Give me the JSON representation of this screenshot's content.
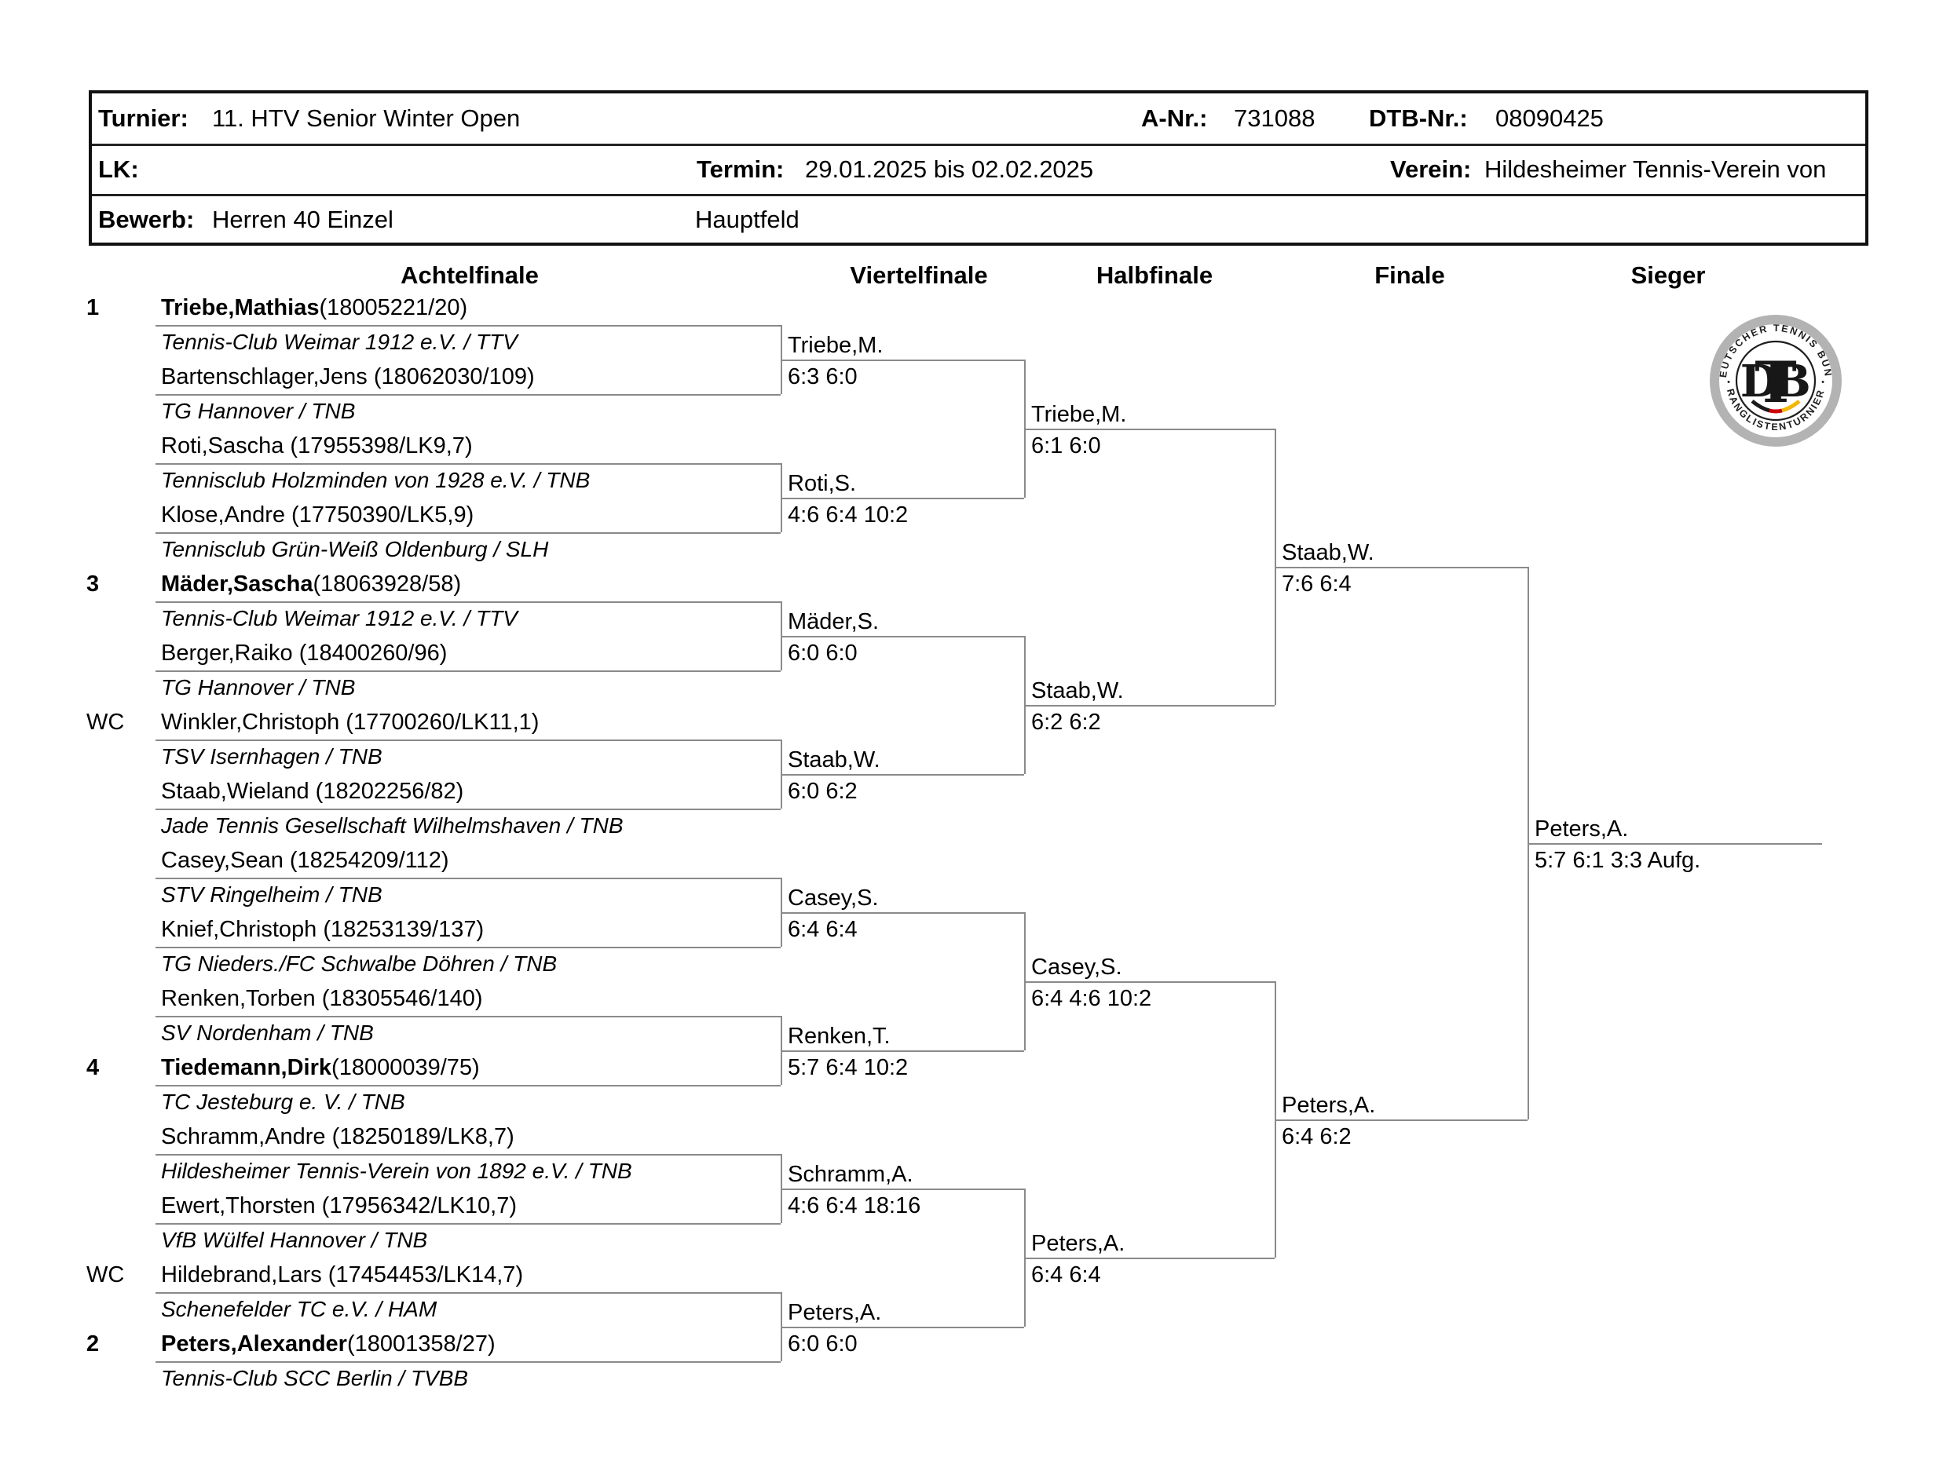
{
  "header": {
    "turnier_label": "Turnier:",
    "turnier": "11. HTV Senior Winter Open",
    "anr_label": "A-Nr.:",
    "anr": "731088",
    "dtb_label": "DTB-Nr.:",
    "dtb": "08090425",
    "lk_label": "LK:",
    "lk": "",
    "termin_label": "Termin:",
    "termin": "29.01.2025 bis 02.02.2025",
    "verein_label": "Verein:",
    "verein": "Hildesheimer Tennis-Verein von",
    "bewerb_label": "Bewerb:",
    "bewerb": "Herren 40 Einzel",
    "feld": "Hauptfeld"
  },
  "columns": [
    "Achtelfinale",
    "Viertelfinale",
    "Halbfinale",
    "Finale",
    "Sieger"
  ],
  "bracket": {
    "entries": [
      {
        "seed": "1",
        "seeded": true,
        "player": "Triebe,Mathias",
        "id": "(18005221/20)",
        "club": "Tennis-Club Weimar 1912 e.V. / TTV"
      },
      {
        "seed": "",
        "seeded": false,
        "player": "Bartenschlager,Jens",
        "id": "(18062030/109)",
        "club": "TG Hannover / TNB"
      },
      {
        "seed": "",
        "seeded": false,
        "player": "Roti,Sascha",
        "id": "(17955398/LK9,7)",
        "club": "Tennisclub Holzminden von 1928 e.V. / TNB"
      },
      {
        "seed": "",
        "seeded": false,
        "player": "Klose,Andre",
        "id": "(17750390/LK5,9)",
        "club": "Tennisclub Grün-Weiß Oldenburg / SLH"
      },
      {
        "seed": "3",
        "seeded": true,
        "player": "Mäder,Sascha",
        "id": "(18063928/58)",
        "club": "Tennis-Club Weimar 1912 e.V. / TTV"
      },
      {
        "seed": "",
        "seeded": false,
        "player": "Berger,Raiko",
        "id": "(18400260/96)",
        "club": "TG Hannover / TNB"
      },
      {
        "seed": "WC",
        "seeded": false,
        "player": "Winkler,Christoph",
        "id": "(17700260/LK11,1)",
        "club": "TSV Isernhagen / TNB"
      },
      {
        "seed": "",
        "seeded": false,
        "player": "Staab,Wieland",
        "id": "(18202256/82)",
        "club": "Jade Tennis Gesellschaft Wilhelmshaven / TNB"
      },
      {
        "seed": "",
        "seeded": false,
        "player": "Casey,Sean",
        "id": "(18254209/112)",
        "club": "STV Ringelheim / TNB"
      },
      {
        "seed": "",
        "seeded": false,
        "player": "Knief,Christoph",
        "id": "(18253139/137)",
        "club": "TG Nieders./FC Schwalbe Döhren / TNB"
      },
      {
        "seed": "",
        "seeded": false,
        "player": "Renken,Torben",
        "id": "(18305546/140)",
        "club": "SV Nordenham / TNB"
      },
      {
        "seed": "4",
        "seeded": true,
        "player": "Tiedemann,Dirk",
        "id": "(18000039/75)",
        "club": "TC Jesteburg e. V. / TNB"
      },
      {
        "seed": "",
        "seeded": false,
        "player": "Schramm,Andre",
        "id": "(18250189/LK8,7)",
        "club": "Hildesheimer Tennis-Verein von 1892 e.V. / TNB"
      },
      {
        "seed": "",
        "seeded": false,
        "player": "Ewert,Thorsten",
        "id": "(17956342/LK10,7)",
        "club": "VfB Wülfel Hannover / TNB"
      },
      {
        "seed": "WC",
        "seeded": false,
        "player": "Hildebrand,Lars",
        "id": "(17454453/LK14,7)",
        "club": "Schenefelder TC e.V. / HAM"
      },
      {
        "seed": "2",
        "seeded": true,
        "player": "Peters,Alexander",
        "id": "(18001358/27)",
        "club": "Tennis-Club SCC Berlin / TVBB"
      }
    ],
    "quarterfinals": [
      {
        "name": "Triebe,M.",
        "score": "6:3 6:0"
      },
      {
        "name": "Roti,S.",
        "score": "4:6 6:4 10:2"
      },
      {
        "name": "Mäder,S.",
        "score": "6:0 6:0"
      },
      {
        "name": "Staab,W.",
        "score": "6:0 6:2"
      },
      {
        "name": "Casey,S.",
        "score": "6:4 6:4"
      },
      {
        "name": "Renken,T.",
        "score": "5:7 6:4 10:2"
      },
      {
        "name": "Schramm,A.",
        "score": "4:6 6:4 18:16"
      },
      {
        "name": "Peters,A.",
        "score": "6:0 6:0"
      }
    ],
    "semifinals": [
      {
        "name": "Triebe,M.",
        "score": "6:1 6:0"
      },
      {
        "name": "Staab,W.",
        "score": "6:2 6:2"
      },
      {
        "name": "Casey,S.",
        "score": "6:4 4:6 10:2"
      },
      {
        "name": "Peters,A.",
        "score": "6:4 6:4"
      }
    ],
    "final": [
      {
        "name": "Staab,W.",
        "score": "7:6 6:4"
      },
      {
        "name": "Peters,A.",
        "score": "6:4 6:2"
      }
    ],
    "winner": {
      "name": "Peters,A.",
      "score": "5:7 6:1 3:3 Aufg."
    }
  },
  "logo": {
    "arc_top": "DEUTSCHER TENNIS BUND",
    "arc_bottom": "RANGLISTENTURNIER",
    "d": "D",
    "t": "T",
    "b": "B",
    "dot_left": "•",
    "dot_right": "•"
  },
  "colors": {
    "line": "#8a8a8a",
    "border": "#111111",
    "logo_ring": "#b3b3b3",
    "logo_text": "#1d1d1d",
    "flag_black": "#1a1a1a",
    "flag_red": "#cc0000",
    "flag_gold": "#f2b705"
  }
}
